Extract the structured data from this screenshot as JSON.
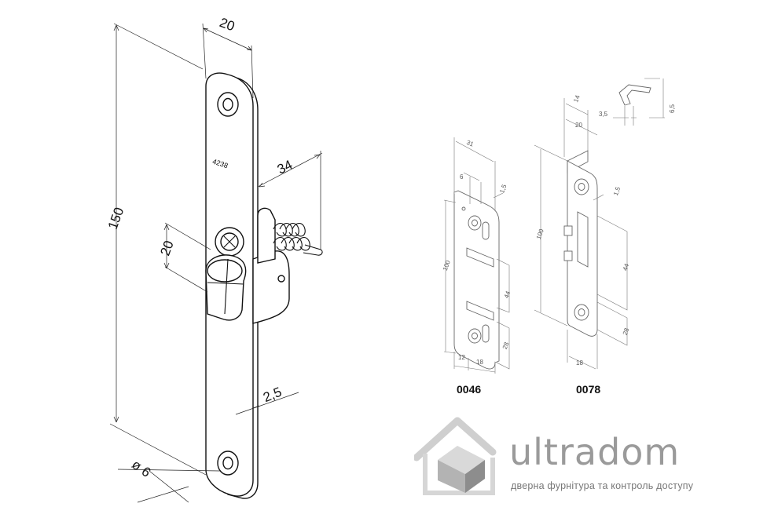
{
  "main_drawing": {
    "plate_label": "4238",
    "dims": {
      "height": "150",
      "width": "20",
      "projection": "34",
      "roller": "20",
      "thickness": "2,5",
      "hole": "ø 6"
    }
  },
  "variant_0046": {
    "code": "0046",
    "dims": [
      "31",
      "6",
      "1,5",
      "100",
      "44",
      "28",
      "12",
      "18"
    ]
  },
  "variant_0078": {
    "code": "0078",
    "dims": [
      "14",
      "20",
      "3,5",
      "6,5",
      "1,5",
      "100",
      "44",
      "28",
      "18"
    ]
  },
  "brand": {
    "name": "ultradom",
    "tagline": "дверна фурнітура та контроль доступу",
    "color": "#9a9a9a"
  }
}
